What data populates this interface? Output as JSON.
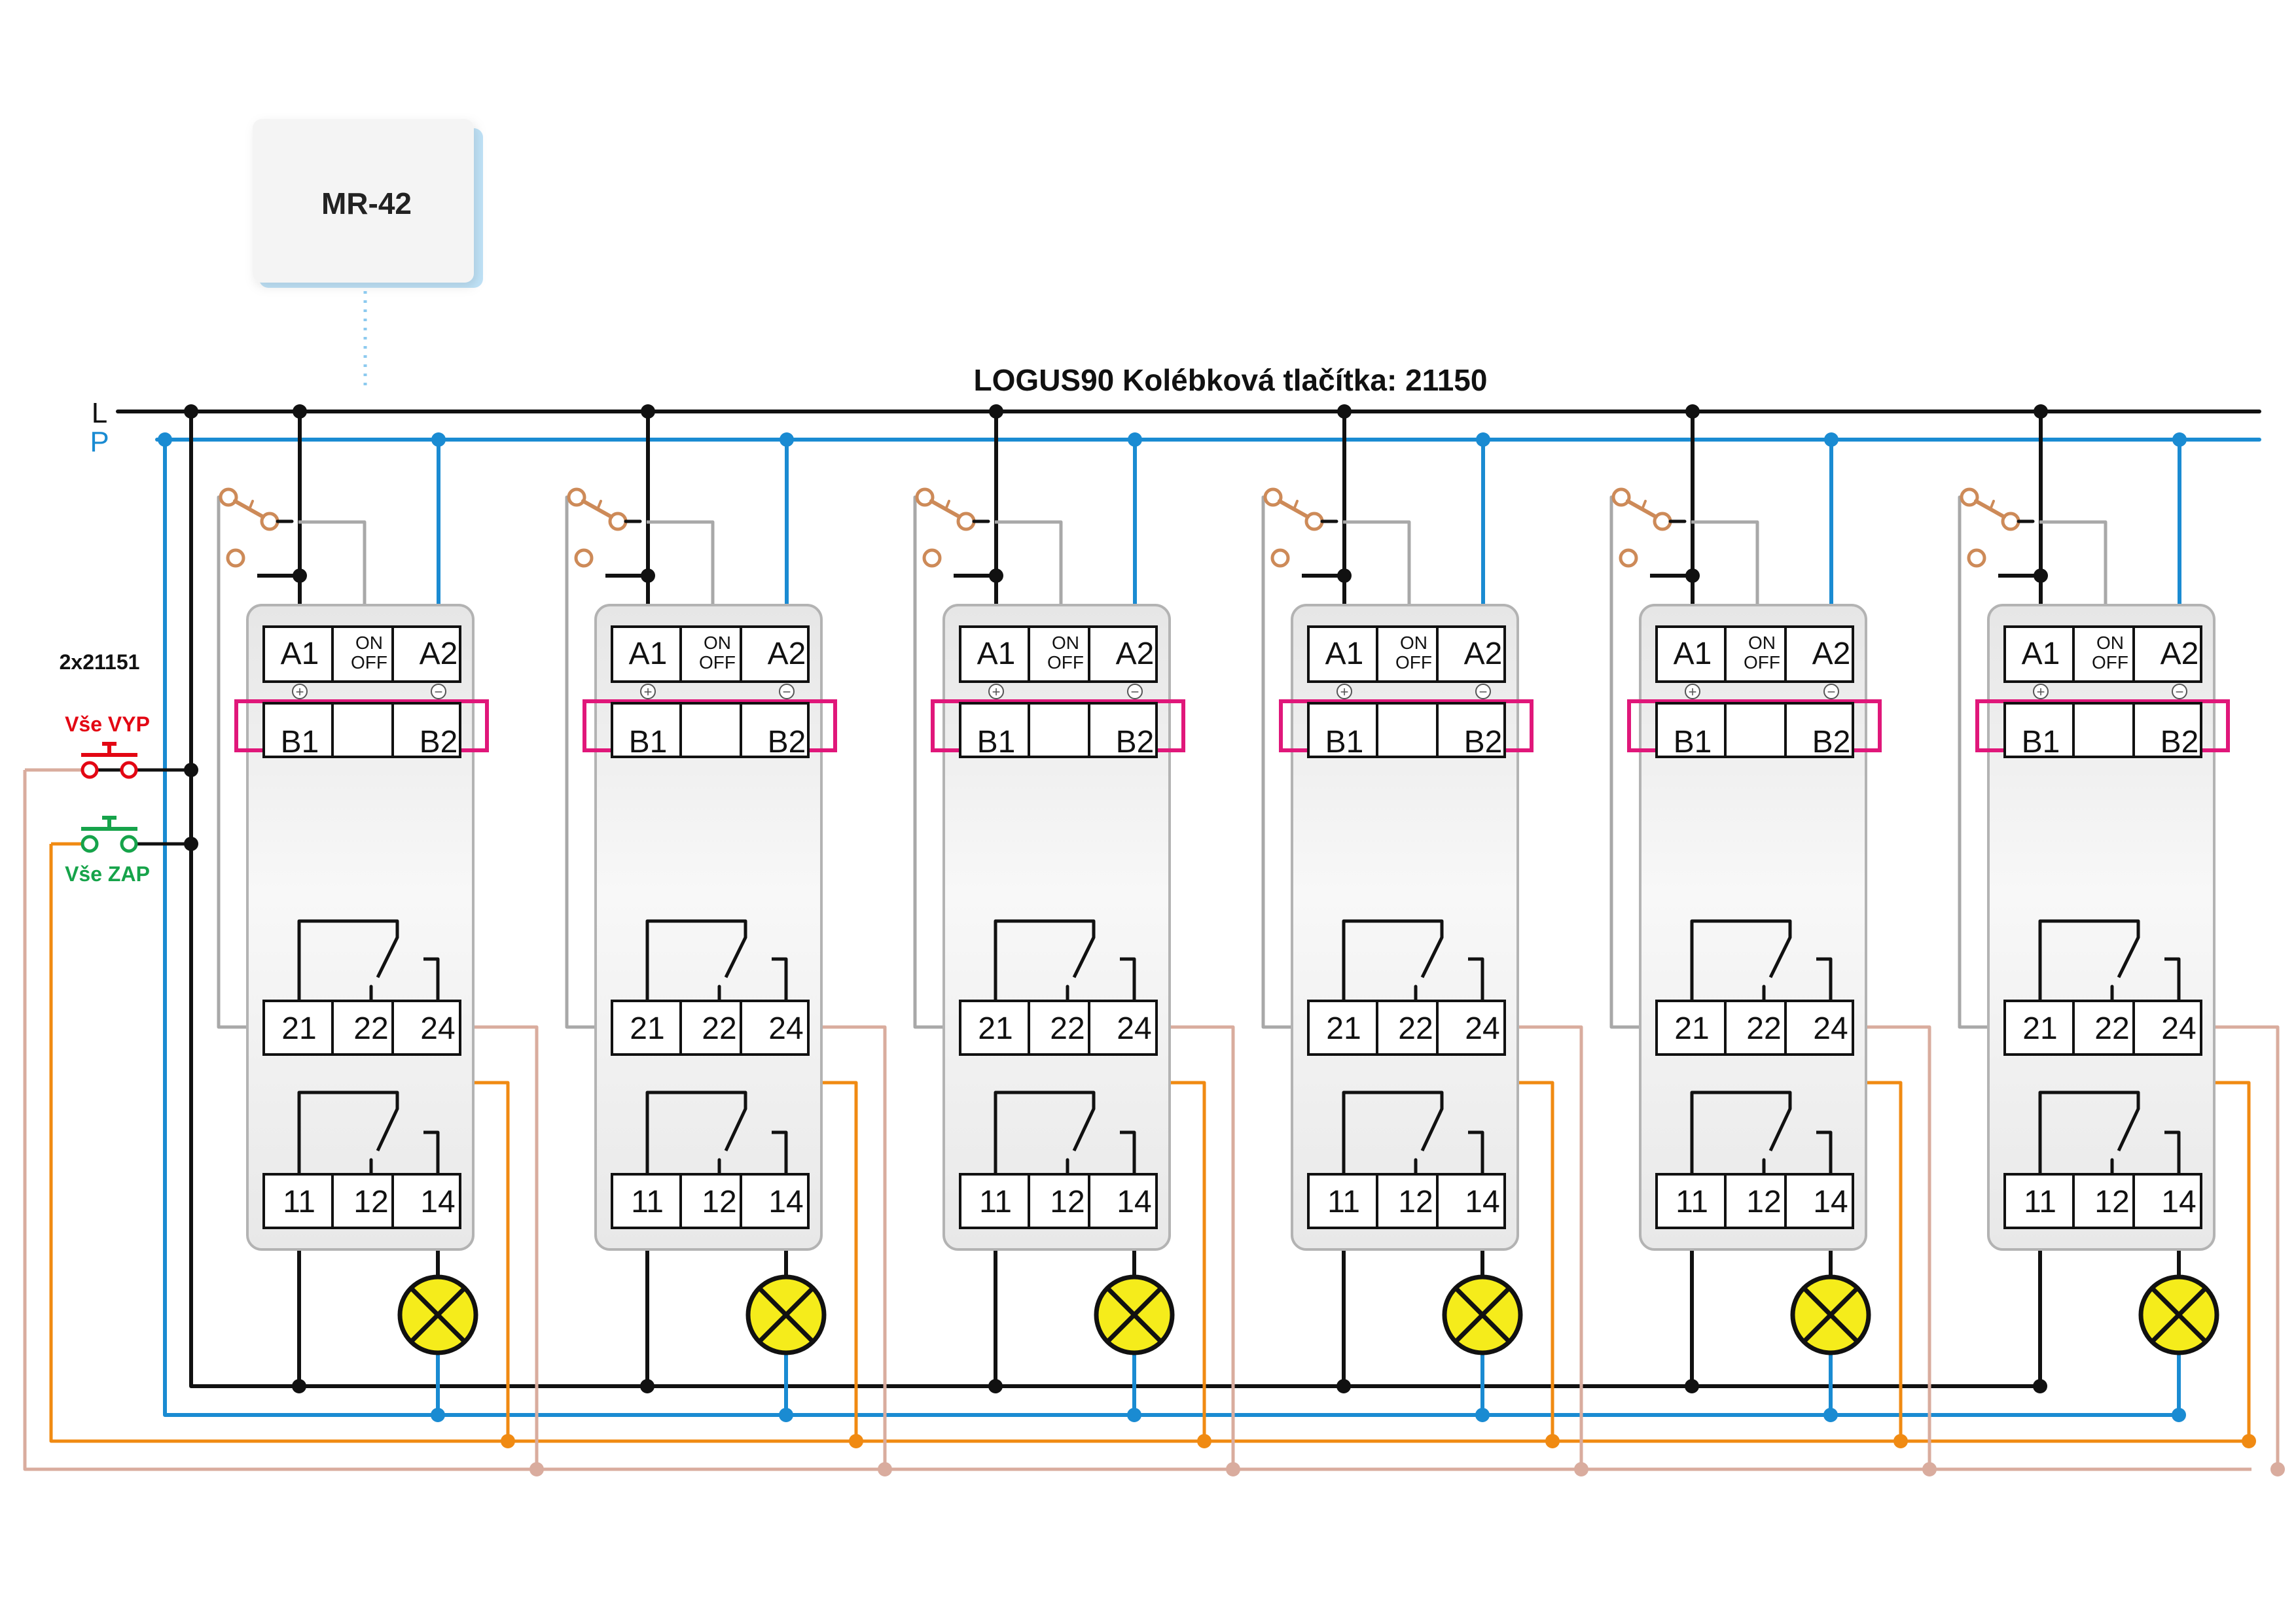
{
  "controller": {
    "label": "MR-42"
  },
  "title": "LOGUS90 Kolébková tlačítka: 21150",
  "bus_labels": {
    "l": "L",
    "p": "P"
  },
  "pushbuttons": {
    "count_label": "2x21151",
    "off_label": "Vše VYP",
    "on_label": "Vše ZAP"
  },
  "relay_terminals": {
    "a1": "A1",
    "on": "ON",
    "off": "OFF",
    "a2": "A2",
    "plus": "+",
    "minus": "−",
    "b1": "B1",
    "b2": "B2",
    "t21": "21",
    "t22": "22",
    "t24": "24",
    "t11": "11",
    "t12": "12",
    "t14": "14"
  },
  "relay_count": 6,
  "colors": {
    "phase": "#111111",
    "neutral": "#1a8bd2",
    "off_wire": "#d9ac9e",
    "on_wire": "#f08a12",
    "control_wire": "#a8a8a8",
    "bridge": "#e0177a",
    "off_button": "#e30613",
    "on_button": "#16a34a",
    "switch": "#cd8a58",
    "lamp": "#f5ec1b"
  }
}
